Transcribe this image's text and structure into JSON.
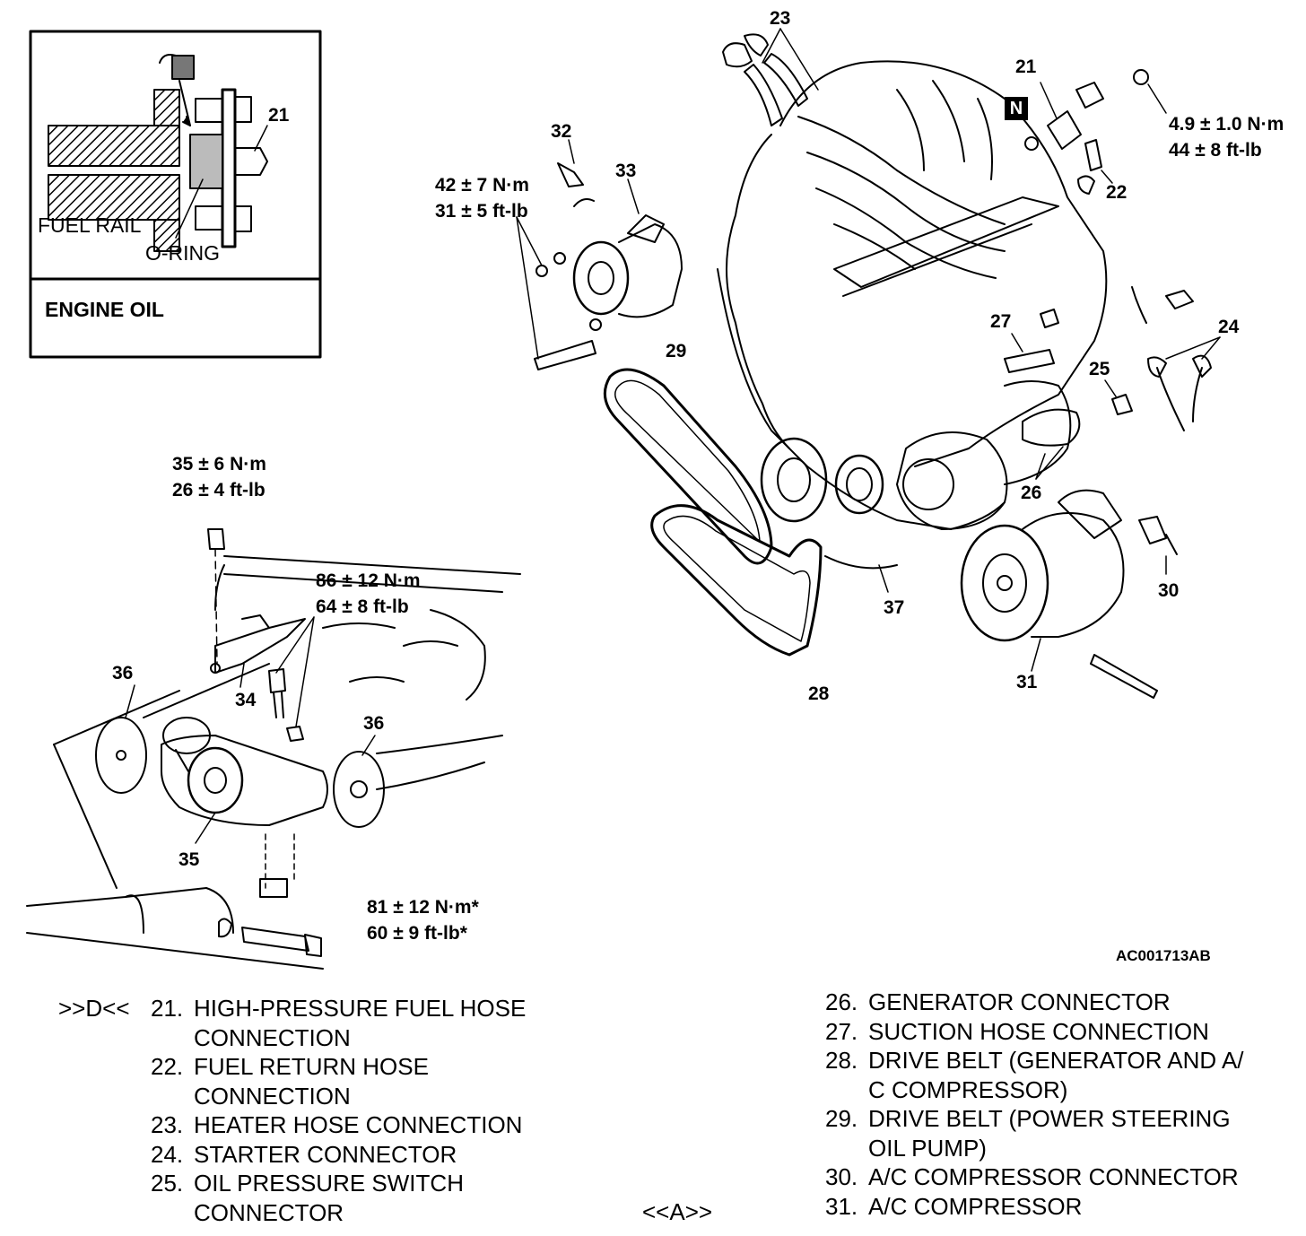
{
  "inset": {
    "callout": "21",
    "fuel_rail_label": "FUEL RAIL",
    "o_ring_label": "O-RING",
    "engine_oil_label": "ENGINE OIL"
  },
  "callouts": {
    "c21": "21",
    "c22": "22",
    "c23": "23",
    "c24": "24",
    "c25": "25",
    "c26": "26",
    "c27": "27",
    "c28": "28",
    "c29": "29",
    "c30": "30",
    "c31": "31",
    "c32": "32",
    "c33": "33",
    "c34": "34",
    "c35": "35",
    "c36a": "36",
    "c36b": "36",
    "c37": "37"
  },
  "non_reusable_badge": "N",
  "torque": {
    "t1_nm": "4.9 ± 1.0 N·m",
    "t1_ftlb": "44 ± 8 ft-lb",
    "t2_nm": "42 ± 7 N·m",
    "t2_ftlb": "31 ± 5 ft-lb",
    "t3_nm": "35 ± 6 N·m",
    "t3_ftlb": "26 ± 4 ft-lb",
    "t4_nm": "86 ± 12 N·m",
    "t4_ftlb": "64 ± 8 ft-lb",
    "t5_nm": "81 ± 12 N·m*",
    "t5_ftlb": "60 ± 9 ft-lb*"
  },
  "figure_id": "AC001713AB",
  "procedure_marks": {
    "d": ">>D<<",
    "a": "<<A>>"
  },
  "legend_left": [
    {
      "num": "21.",
      "lines": [
        "HIGH-PRESSURE FUEL HOSE",
        "CONNECTION"
      ]
    },
    {
      "num": "22.",
      "lines": [
        "FUEL RETURN HOSE",
        "CONNECTION"
      ]
    },
    {
      "num": "23.",
      "lines": [
        "HEATER HOSE CONNECTION"
      ]
    },
    {
      "num": "24.",
      "lines": [
        "STARTER CONNECTOR"
      ]
    },
    {
      "num": "25.",
      "lines": [
        "OIL PRESSURE SWITCH",
        "CONNECTOR"
      ]
    }
  ],
  "legend_right": [
    {
      "num": "26.",
      "lines": [
        "GENERATOR CONNECTOR"
      ]
    },
    {
      "num": "27.",
      "lines": [
        "SUCTION HOSE CONNECTION"
      ]
    },
    {
      "num": "28.",
      "lines": [
        "DRIVE BELT (GENERATOR AND A/",
        "C COMPRESSOR)"
      ]
    },
    {
      "num": "29.",
      "lines": [
        "DRIVE BELT (POWER STEERING",
        "OIL PUMP)"
      ]
    },
    {
      "num": "30.",
      "lines": [
        "A/C COMPRESSOR CONNECTOR"
      ]
    },
    {
      "num": "31.",
      "lines": [
        "A/C COMPRESSOR"
      ]
    }
  ]
}
